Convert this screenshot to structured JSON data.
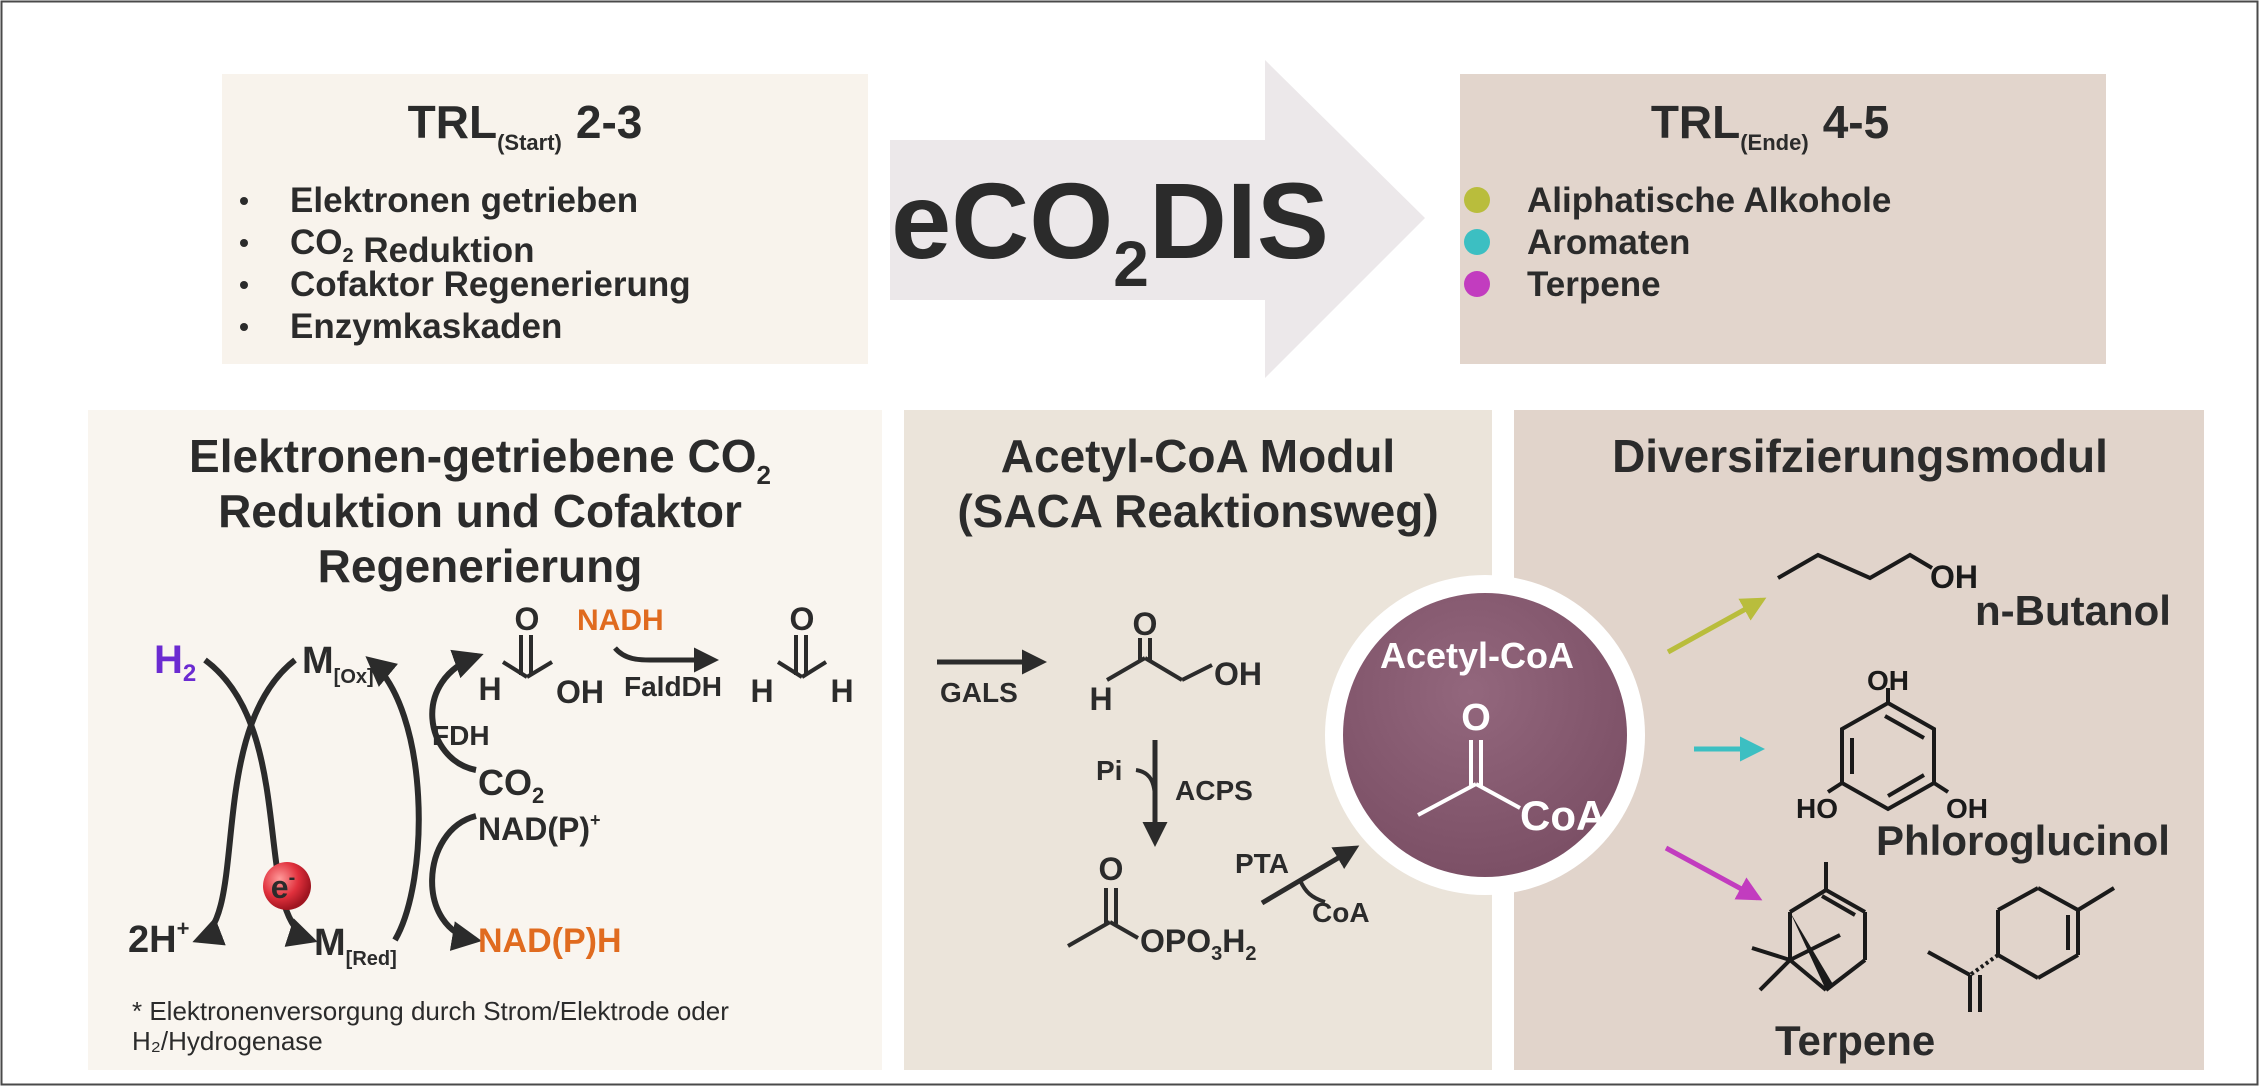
{
  "top": {
    "start_box": {
      "title_main": "TRL",
      "title_sub": "(Start)",
      "title_range": "2-3",
      "bullets": [
        {
          "parts": [
            {
              "t": "Elektronen getrieben"
            }
          ]
        },
        {
          "parts": [
            {
              "t": "CO"
            },
            {
              "t": "2",
              "sub": true
            },
            {
              "t": " Reduktion"
            }
          ]
        },
        {
          "parts": [
            {
              "t": "Cofaktor Regenerierung"
            }
          ]
        },
        {
          "parts": [
            {
              "t": "Enzymkaskaden"
            }
          ]
        }
      ]
    },
    "arrow_label": {
      "pre": "eCO",
      "sub": "2",
      "post": "DIS"
    },
    "end_box": {
      "title_main": "TRL",
      "title_sub": "(Ende)",
      "title_range": "4-5",
      "items": [
        {
          "label": "Aliphatische Alkohole",
          "color": "#b9bd3c"
        },
        {
          "label": "Aromaten",
          "color": "#3cbfc2"
        },
        {
          "label": "Terpene",
          "color": "#c23cbf"
        }
      ]
    }
  },
  "panel_left": {
    "title_line1_pre": "Elektronen-getriebene CO",
    "title_line1_sub": "2",
    "title_line2": "Reduktion und Cofaktor",
    "title_line3": "Regenerierung",
    "h2_label": "H",
    "h2_sub": "2",
    "two_h_plus": "2H",
    "two_h_plus_sup": "+",
    "m_ox": "M",
    "m_ox_sub": "[Ox]",
    "m_red": "M",
    "m_red_sub": "[Red]",
    "electron": "e",
    "electron_sup": "-",
    "fdh": "FDH",
    "co2_pre": "CO",
    "co2_sub": "2",
    "nadp_pre": "NAD(P)",
    "nadp_sup": "+",
    "nadph": "NAD(P)H",
    "nadh": "NADH",
    "falddh": "FaldDH",
    "formic_acid": {
      "o": "O",
      "h": "H",
      "oh": "OH"
    },
    "formaldehyde": {
      "o": "O",
      "h1": "H",
      "h2": "H"
    },
    "footnote_line1": "* Elektronenversorgung durch Strom/Elektrode oder",
    "footnote_line2": "H₂/Hydrogenase"
  },
  "panel_mid": {
    "title_line1": "Acetyl-CoA Modul",
    "title_line2": "(SACA Reaktionsweg)",
    "gals": "GALS",
    "glycolaldehyde": {
      "o": "O",
      "h": "H",
      "oh": "OH"
    },
    "pi": "Pi",
    "acps": "ACPS",
    "acetylphosphate": {
      "o": "O",
      "group_pre": "OPO",
      "group_sub1": "3",
      "group_mid": "H",
      "group_sub2": "2"
    },
    "pta": "PTA",
    "coa": "CoA",
    "circle_title": "Acetyl-CoA",
    "circle_o": "O",
    "circle_coa": "CoA"
  },
  "panel_right": {
    "title": "Diversifzierungsmodul",
    "butanol_oh": "OH",
    "butanol": "n-Butanol",
    "phloro_oh_top": "OH",
    "phloro_oh_left": "HO",
    "phloro_oh_right": "OH",
    "phloroglucinol": "Phloroglucinol",
    "terpene": "Terpene"
  },
  "colors": {
    "start_box": "#f8f3ec",
    "end_box": "#e2d5cc",
    "arrow": "#ece8ea",
    "panel_left": "#f9f5ef",
    "panel_mid": "#ebe4da",
    "panel_right": "#e1d4cb",
    "circle": "#865a70",
    "orange": "#e06b1f",
    "purple": "#6b2bd1",
    "electron": "#e0303c",
    "text": "#2b2b2b"
  }
}
